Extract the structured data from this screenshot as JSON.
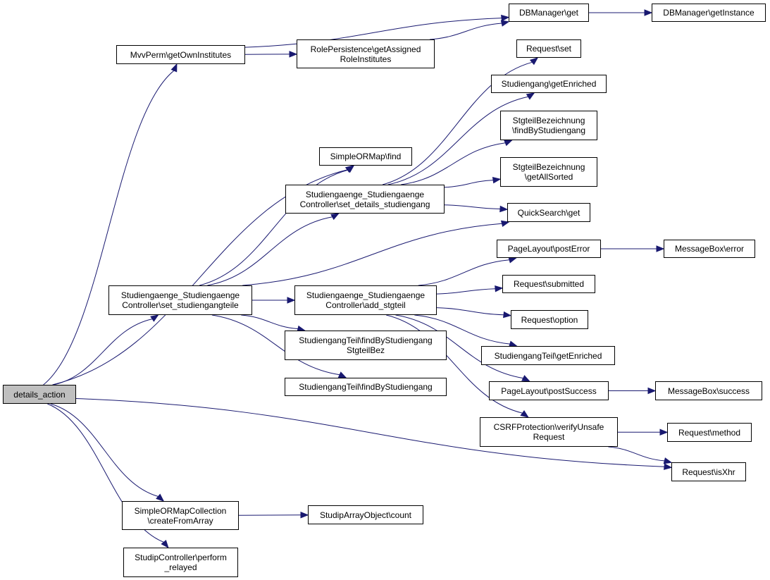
{
  "colors": {
    "edge": "#191970",
    "root_fill": "#bfbfbf",
    "node_fill": "#ffffff",
    "node_border": "#000000"
  },
  "nodes": {
    "details_action": {
      "lines": [
        "details_action"
      ]
    },
    "mvvperm_getowninstitutes": {
      "lines": [
        "MvvPerm\\getOwnInstitutes"
      ]
    },
    "dbmanager_get": {
      "lines": [
        "DBManager\\get"
      ]
    },
    "dbmanager_getinstance": {
      "lines": [
        "DBManager\\getInstance"
      ]
    },
    "rolepersistence_getassignedroleinstitutes": {
      "lines": [
        "RolePersistence\\getAssigned",
        "RoleInstitutes"
      ]
    },
    "request_set": {
      "lines": [
        "Request\\set"
      ]
    },
    "studiengang_getenriched": {
      "lines": [
        "Studiengang\\getEnriched"
      ]
    },
    "stgteilbezeichnung_findbystudiengang": {
      "lines": [
        "StgteilBezeichnung",
        "\\findByStudiengang"
      ]
    },
    "simpleormap_find": {
      "lines": [
        "SimpleORMap\\find"
      ]
    },
    "stgteilbezeichnung_getallsorted": {
      "lines": [
        "StgteilBezeichnung",
        "\\getAllSorted"
      ]
    },
    "controller_set_details_studiengang": {
      "lines": [
        "Studiengaenge_Studiengaenge",
        "Controller\\set_details_studiengang"
      ]
    },
    "quicksearch_get": {
      "lines": [
        "QuickSearch\\get"
      ]
    },
    "pagelayout_posterror": {
      "lines": [
        "PageLayout\\postError"
      ]
    },
    "messagebox_error": {
      "lines": [
        "MessageBox\\error"
      ]
    },
    "controller_set_studiengangteile": {
      "lines": [
        "Studiengaenge_Studiengaenge",
        "Controller\\set_studiengangteile"
      ]
    },
    "controller_add_stgteil": {
      "lines": [
        "Studiengaenge_Studiengaenge",
        "Controller\\add_stgteil"
      ]
    },
    "request_submitted": {
      "lines": [
        "Request\\submitted"
      ]
    },
    "request_option": {
      "lines": [
        "Request\\option"
      ]
    },
    "studiengangteil_findbystudiengangstgteilbez": {
      "lines": [
        "StudiengangTeil\\findByStudiengang",
        "StgteilBez"
      ]
    },
    "studiengangteil_getenriched": {
      "lines": [
        "StudiengangTeil\\getEnriched"
      ]
    },
    "studiengangteil_findbystudiengang": {
      "lines": [
        "StudiengangTeil\\findByStudiengang"
      ]
    },
    "pagelayout_postsuccess": {
      "lines": [
        "PageLayout\\postSuccess"
      ]
    },
    "messagebox_success": {
      "lines": [
        "MessageBox\\success"
      ]
    },
    "csrfprotection_verifyunsaferequest": {
      "lines": [
        "CSRFProtection\\verifyUnsafe",
        "Request"
      ]
    },
    "request_method": {
      "lines": [
        "Request\\method"
      ]
    },
    "request_isxhr": {
      "lines": [
        "Request\\isXhr"
      ]
    },
    "simpleormapcollection_createfromarray": {
      "lines": [
        "SimpleORMapCollection",
        "\\createFromArray"
      ]
    },
    "studiparrayobject_count": {
      "lines": [
        "StudipArrayObject\\count"
      ]
    },
    "studipcontroller_perform_relayed": {
      "lines": [
        "StudipController\\perform",
        "_relayed"
      ]
    }
  },
  "edges": [
    [
      "details_action",
      "mvvperm_getowninstitutes"
    ],
    [
      "details_action",
      "simpleormap_find"
    ],
    [
      "details_action",
      "controller_set_studiengangteile"
    ],
    [
      "details_action",
      "request_isxhr"
    ],
    [
      "details_action",
      "simpleormapcollection_createfromarray"
    ],
    [
      "details_action",
      "studipcontroller_perform_relayed"
    ],
    [
      "mvvperm_getowninstitutes",
      "dbmanager_get"
    ],
    [
      "mvvperm_getowninstitutes",
      "rolepersistence_getassignedroleinstitutes"
    ],
    [
      "rolepersistence_getassignedroleinstitutes",
      "dbmanager_get"
    ],
    [
      "dbmanager_get",
      "dbmanager_getinstance"
    ],
    [
      "controller_set_details_studiengang",
      "request_set"
    ],
    [
      "controller_set_details_studiengang",
      "studiengang_getenriched"
    ],
    [
      "controller_set_details_studiengang",
      "stgteilbezeichnung_findbystudiengang"
    ],
    [
      "controller_set_details_studiengang",
      "stgteilbezeichnung_getallsorted"
    ],
    [
      "controller_set_details_studiengang",
      "quicksearch_get"
    ],
    [
      "controller_set_studiengangteile",
      "simpleormap_find"
    ],
    [
      "controller_set_studiengangteile",
      "controller_set_details_studiengang"
    ],
    [
      "controller_set_studiengangteile",
      "quicksearch_get"
    ],
    [
      "controller_set_studiengangteile",
      "controller_add_stgteil"
    ],
    [
      "controller_set_studiengangteile",
      "studiengangteil_findbystudiengangstgteilbez"
    ],
    [
      "controller_set_studiengangteile",
      "studiengangteil_findbystudiengang"
    ],
    [
      "controller_add_stgteil",
      "pagelayout_posterror"
    ],
    [
      "controller_add_stgteil",
      "request_submitted"
    ],
    [
      "controller_add_stgteil",
      "request_option"
    ],
    [
      "controller_add_stgteil",
      "studiengangteil_getenriched"
    ],
    [
      "controller_add_stgteil",
      "pagelayout_postsuccess"
    ],
    [
      "controller_add_stgteil",
      "csrfprotection_verifyunsaferequest"
    ],
    [
      "pagelayout_posterror",
      "messagebox_error"
    ],
    [
      "pagelayout_postsuccess",
      "messagebox_success"
    ],
    [
      "csrfprotection_verifyunsaferequest",
      "request_method"
    ],
    [
      "csrfprotection_verifyunsaferequest",
      "request_isxhr"
    ],
    [
      "simpleormapcollection_createfromarray",
      "studiparrayobject_count"
    ]
  ]
}
